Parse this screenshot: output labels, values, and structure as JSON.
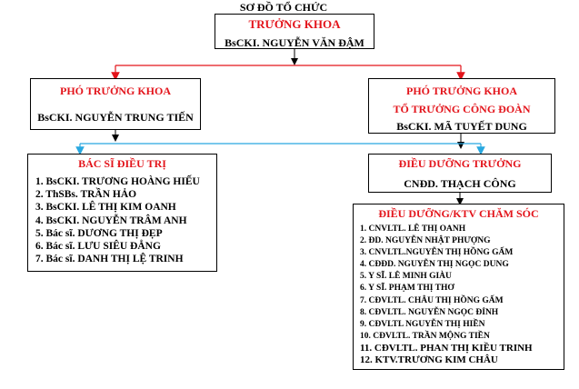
{
  "diagram": {
    "title": "SƠ ĐỒ TỔ CHỨC",
    "head": {
      "role": "TRƯỞNG KHOA",
      "name": "BsCKI. NGUYỄN VĂN ĐẬM"
    },
    "deputy_left": {
      "role": "PHÓ TRƯỞNG KHOA",
      "name": "BsCKI. NGUYỄN TRUNG TIẾN"
    },
    "deputy_right": {
      "role1": "PHÓ TRƯỞNG KHOA",
      "role2": "TỔ TRƯỞNG CÔNG ĐOÀN",
      "name": "BsCKI. MÃ TUYẾT DUNG"
    },
    "doctors": {
      "heading": "BÁC SĨ ĐIỀU TRỊ",
      "items": [
        "1. BsCKI. TRƯƠNG HOÀNG HIẾU",
        "2. ThSBs. TRẦN HẢO",
        "3. BsCKI. LÊ THỊ KIM OANH",
        "4. BsCKI. NGUYỄN TRÂM ANH",
        "5. Bác sĩ. DƯƠNG THỊ ĐẸP",
        "6. Bác sĩ. LƯU SIÊU ĐẲNG",
        "7. Bác sĩ. DANH THỊ LỆ TRINH"
      ]
    },
    "head_nurse": {
      "role": "ĐIỀU DƯỠNG TRƯỞNG",
      "name": "CNĐD. THẠCH CÔNG"
    },
    "nurses": {
      "heading": "ĐIỀU DƯỠNG/KTV CHĂM SÓC",
      "items": [
        "1. CNVLTL. LÊ THỊ OANH",
        "2. ĐD. NGUYỄN NHẬT PHƯỢNG",
        "3. CNVLTL.NGUYỄN THỊ HỒNG GẤM",
        "4. CĐĐD. NGUYỄN THỊ NGỌC DUNG",
        "5. Y SĨ. LÊ MINH GIÀU",
        "6. Y SĨ. PHẠM THỊ THƠ",
        "7. CĐVLTL. CHÂU THỊ HỒNG GẤM",
        "8. CĐVLTL. NGUYỄN NGỌC ĐỈNH",
        "9. CĐVLTL NGUYỄN THỊ HIỀN",
        "10. CĐVLTL. TRẦN MỘNG TIỀN",
        "11. CĐVLTL. PHAN THỊ KIỀU TRINH",
        "12. KTV.TRƯƠNG KIM CHÂU"
      ]
    },
    "colors": {
      "role_text": "#e3141b",
      "upper_connector": "#e3141b",
      "lower_connector": "#29a8e0",
      "box_border": "#000000"
    }
  }
}
